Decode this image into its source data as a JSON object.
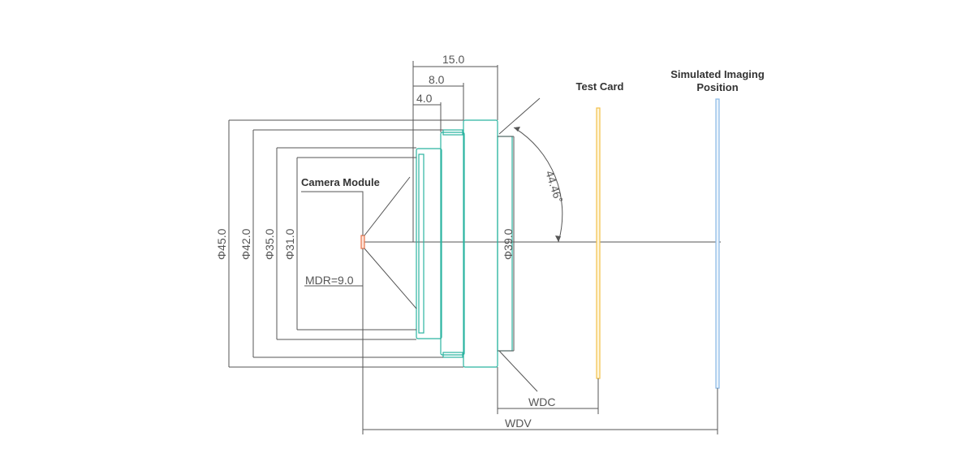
{
  "labels": {
    "camera_module": "Camera Module",
    "test_card": "Test Card",
    "simulated_line1": "Simulated Imaging",
    "simulated_line2": "Position"
  },
  "dimensions": {
    "d15": "15.0",
    "d8": "8.0",
    "d4": "4.0",
    "phi45": "Φ45.0",
    "phi42": "Φ42.0",
    "phi35": "Φ35.0",
    "phi31": "Φ31.0",
    "phi39": "Φ39.0",
    "mdr": "MDR=9.0",
    "angle": "44.46°",
    "wdc": "WDC",
    "wdv": "WDV"
  },
  "colors": {
    "lens_outline": "#2bb3a0",
    "sensor": "#e8734a",
    "test_card": "#f2c04a",
    "imaging_plane": "#8ab8e6",
    "dimension_lines": "#555555"
  }
}
